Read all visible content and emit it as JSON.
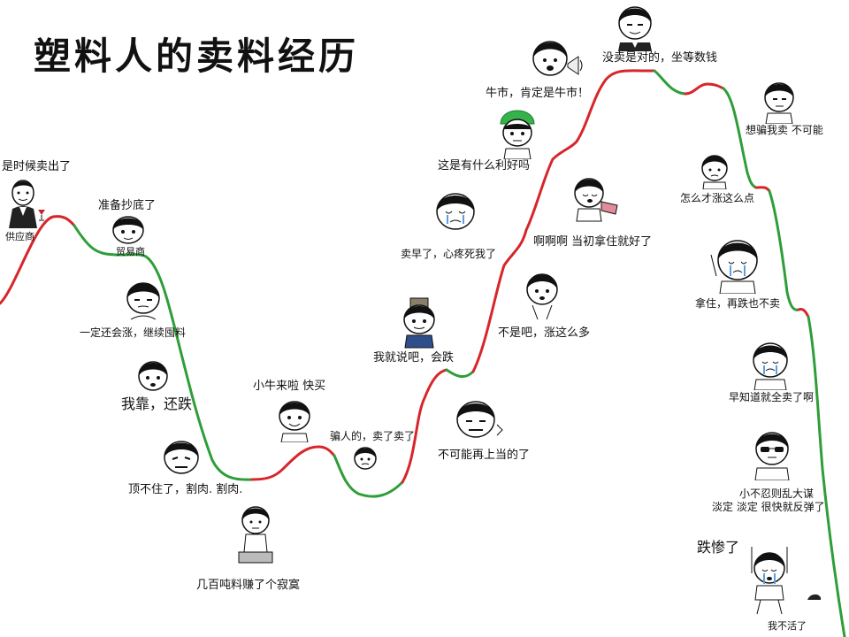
{
  "title": "塑料人的卖料经历",
  "colors": {
    "rise": "#d7262b",
    "fall": "#2e9e39",
    "text": "#111111",
    "hat": "#35b34a"
  },
  "labels": {
    "supplier_caption": "是时候卖出了",
    "supplier": "供应商",
    "trader_caption": "准备抄底了",
    "trader": "贸易商",
    "keep_stocking": "一定还会涨，继续囤料",
    "oh_no": "我靠，还跌",
    "cut_loss": "顶不住了，割肉. 割肉.",
    "lonely": "几百吨料赚了个寂寞",
    "small_bull": "小牛来啦  快买",
    "cheated": "骗人的，卖了卖了",
    "told_you": "我就说吧，会跌",
    "never_again": "不可能再上当的了",
    "sold_early": "卖早了，心疼死我了",
    "no_way": "不是吧，涨这么多",
    "what_news": "这是有什么利好吗",
    "ahh": "啊啊啊  当初拿住就好了",
    "bull_market": "牛市，肯定是牛市！",
    "right_not_sell": "没卖是对的，坐等数钱",
    "trick_me": "想骗我卖  不可能",
    "why_small": "怎么才涨这么点",
    "hold_on": "拿住，再跌也不卖",
    "knew_it": "早知道就全卖了啊",
    "patience_1": "小不忍则乱大谋",
    "patience_2": "淡定  淡定  很快就反弹了",
    "fell_badly": "跌惨了",
    "cant_live": "我不活了"
  }
}
